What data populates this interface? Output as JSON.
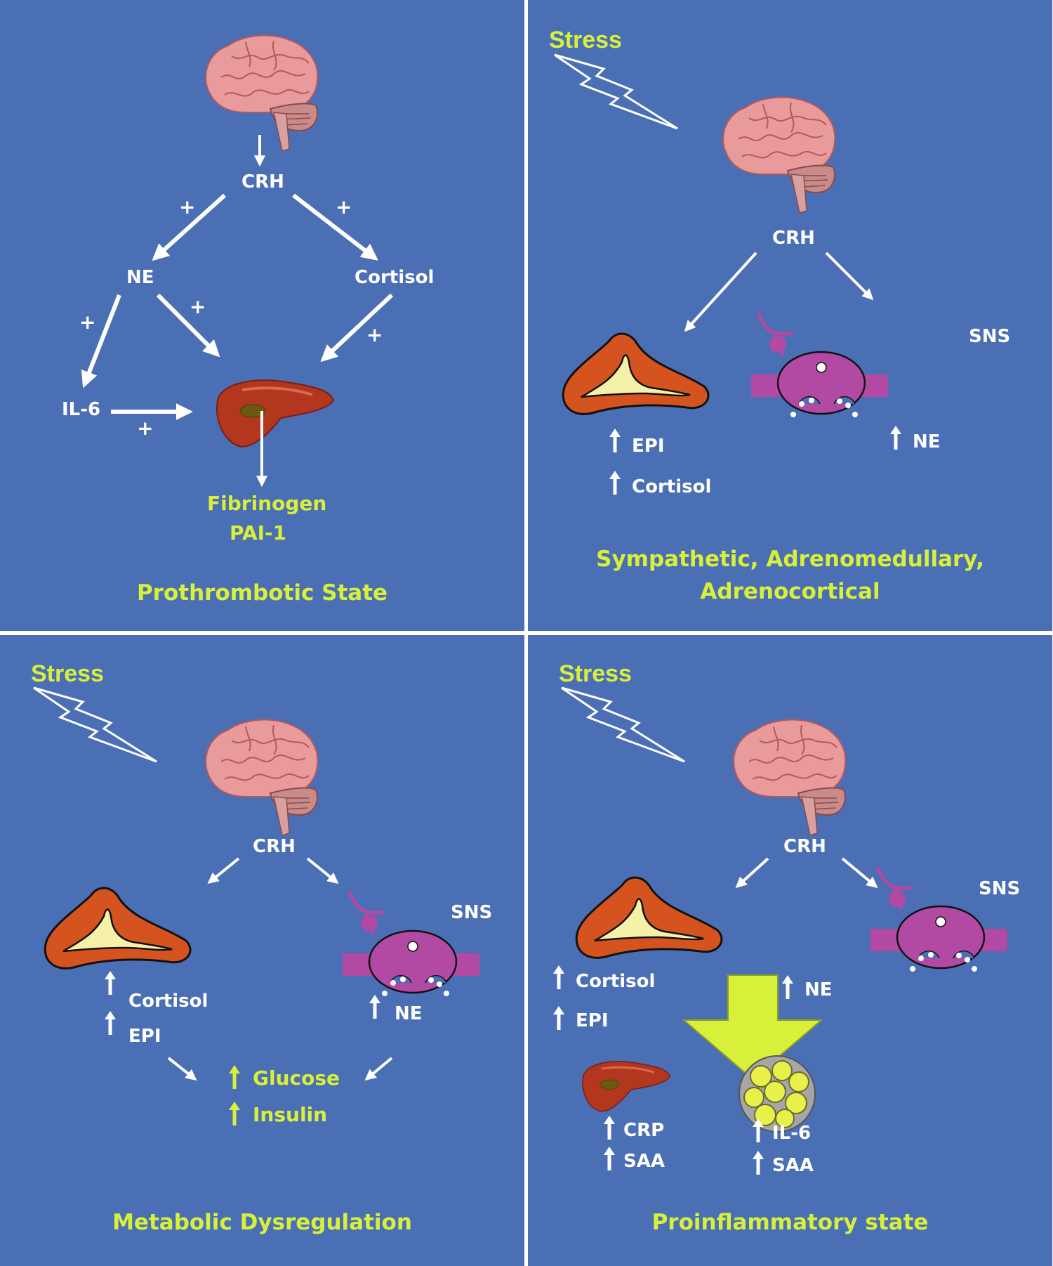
{
  "colors": {
    "panel_bg": "#4a6fb5",
    "accent_text": "#d9f03a",
    "white": "#ffffff",
    "adrenal": "#d4531f",
    "sns": "#b24aa3",
    "liver": "#b3361f",
    "brain": "#e99a9a"
  },
  "panel_prothrombotic": {
    "crh": "CRH",
    "ne": "NE",
    "cortisol": "Cortisol",
    "il6": "IL-6",
    "plus": "+",
    "fibrinogen": "Fibrinogen",
    "pai1": "PAI-1",
    "title": "Prothrombotic State"
  },
  "panel_sympathetic": {
    "stress": "Stress",
    "crh": "CRH",
    "sns": "SNS",
    "epi": "EPI",
    "cortisol": "Cortisol",
    "ne": "NE",
    "title_line1": "Sympathetic, Adrenomedullary,",
    "title_line2": "Adrenocortical"
  },
  "panel_metabolic": {
    "stress": "Stress",
    "crh": "CRH",
    "sns": "SNS",
    "cortisol": "Cortisol",
    "epi": "EPI",
    "ne": "NE",
    "glucose": "Glucose",
    "insulin": "Insulin",
    "title": "Metabolic Dysregulation"
  },
  "panel_proinflammatory": {
    "stress": "Stress",
    "crh": "CRH",
    "sns": "SNS",
    "cortisol": "Cortisol",
    "epi": "EPI",
    "ne": "NE",
    "crp": "CRP",
    "saa": "SAA",
    "il6": "IL-6",
    "title": "Proinflammatory state"
  }
}
